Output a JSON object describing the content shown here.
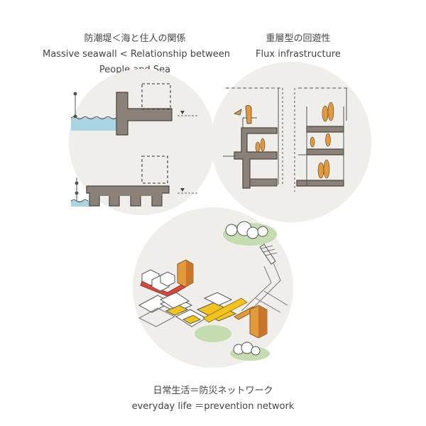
{
  "captions": {
    "seawall": {
      "jp": "防潮堤＜海と住人の関係",
      "en1": "Massive seawall < Relationship between",
      "en2": "People and Sea"
    },
    "flux": {
      "jp": "重層型の回遊性",
      "en": "Flux infrastructure"
    },
    "network": {
      "jp": "日常生活＝防災ネットワーク",
      "en": "everyday life  ＝prevention network"
    }
  },
  "colors": {
    "circle": "#f0eeeb",
    "sea": "#a9d3e0",
    "concrete": "#8a8278",
    "orange": "#e59a3a",
    "yellow": "#f2c31c",
    "red": "#e0453b",
    "green": "#c5dcb0"
  }
}
